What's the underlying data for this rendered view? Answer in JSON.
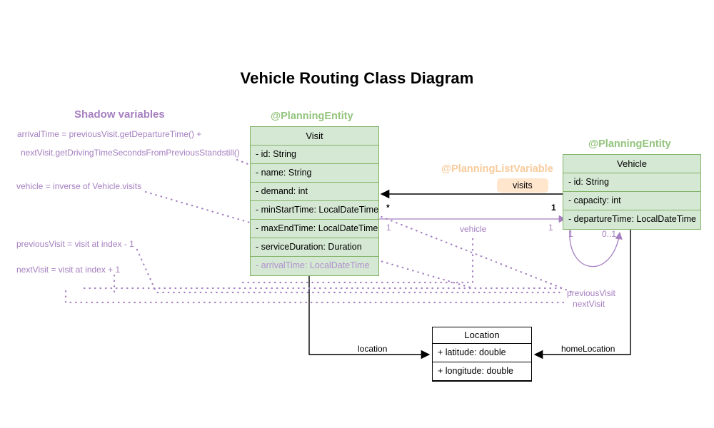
{
  "page": {
    "title": "Vehicle Routing Class Diagram"
  },
  "colors": {
    "entity_fill": "#d5e8d4",
    "entity_border": "#82b366",
    "entity_stereotype": "#93c47d",
    "list_variable_stereotype": "#f9cb9c",
    "list_variable_badge": "#ffe6cc",
    "shadow_purple": "#a57fc0",
    "shadow_field": "#b18fcf",
    "plain_border": "#000000",
    "background": "#ffffff"
  },
  "stereotypes": {
    "visit": "@PlanningEntity",
    "vehicle": "@PlanningEntity",
    "visits_list": "@PlanningListVariable"
  },
  "classes": {
    "visit": {
      "name": "Visit",
      "fields": [
        "- id: String",
        "- name: String",
        "- demand: int",
        "- minStartTime: LocalDateTime",
        "- maxEndTime: LocalDateTime",
        "- serviceDuration: Duration"
      ],
      "shadow_fields": [
        "- arrivalTime: LocalDateTime"
      ]
    },
    "vehicle": {
      "name": "Vehicle",
      "fields": [
        "- id: String",
        "- capacity: int",
        "- departureTime: LocalDateTime"
      ],
      "shadow_fields": []
    },
    "location": {
      "name": "Location",
      "fields": [
        "+ latitude: double",
        "+ longitude: double"
      ],
      "shadow_fields": []
    }
  },
  "shadow_panel": {
    "heading": "Shadow variables",
    "notes": [
      "arrivalTime = previousVisit.getDepartureTime() +",
      "nextVisit.getDrivingTimeSecondsFromPreviousStandstill()",
      "vehicle = inverse of Vehicle.visits",
      "previousVisit = visit at index - 1",
      "nextVisit = visit at index + 1"
    ]
  },
  "relations": {
    "visits": {
      "label": "visits",
      "source_multiplicity": "*",
      "target_multiplicity": "1"
    },
    "vehicle": {
      "label": "vehicle",
      "source_multiplicity": "1",
      "target_multiplicity": "1"
    },
    "previous_visit": {
      "label": "previousVisit",
      "source_multiplicity": "1",
      "target_multiplicity": "0..1"
    },
    "next_visit": {
      "label": "nextVisit"
    },
    "location": {
      "label": "location"
    },
    "home_location": {
      "label": "homeLocation"
    }
  }
}
